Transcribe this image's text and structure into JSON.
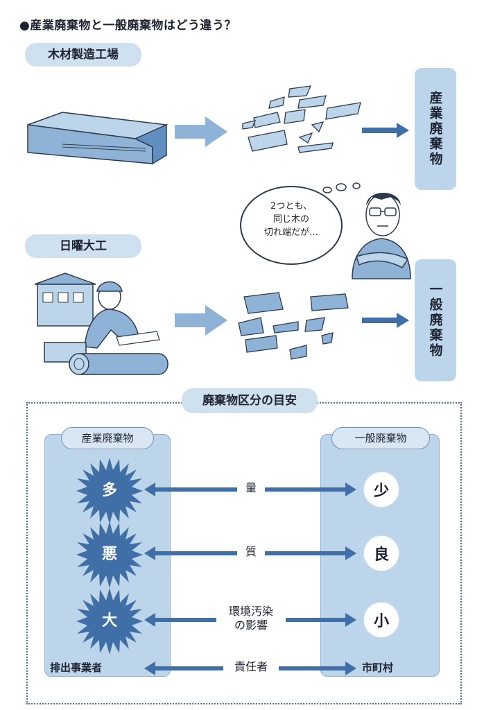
{
  "title": "●産業廃棄物と一般廃棄物はどう違う？",
  "sections": {
    "factory": {
      "label": "木材製造工場",
      "result": "産業廃棄物"
    },
    "diy": {
      "label": "日曜大工",
      "result": "一般廃棄物"
    }
  },
  "thought": {
    "line1": "2つとも、",
    "line2": "同じ木の",
    "line3": "切れ端だが…"
  },
  "guide": {
    "title": "廃棄物区分の目安",
    "left_header": "産業廃棄物",
    "right_header": "一般廃棄物",
    "rows": [
      {
        "left": "多",
        "label": "量",
        "right": "少"
      },
      {
        "left": "悪",
        "label": "質",
        "right": "良"
      },
      {
        "left": "大",
        "label1": "環境汚染",
        "label2": "の影響",
        "right": "小"
      }
    ],
    "responsible": {
      "left": "排出事業者",
      "label": "責任者",
      "right": "市町村"
    }
  },
  "colors": {
    "accent": "#3f6fa6",
    "panel": "#bcd5ea",
    "pill": "#cfe0ee"
  }
}
